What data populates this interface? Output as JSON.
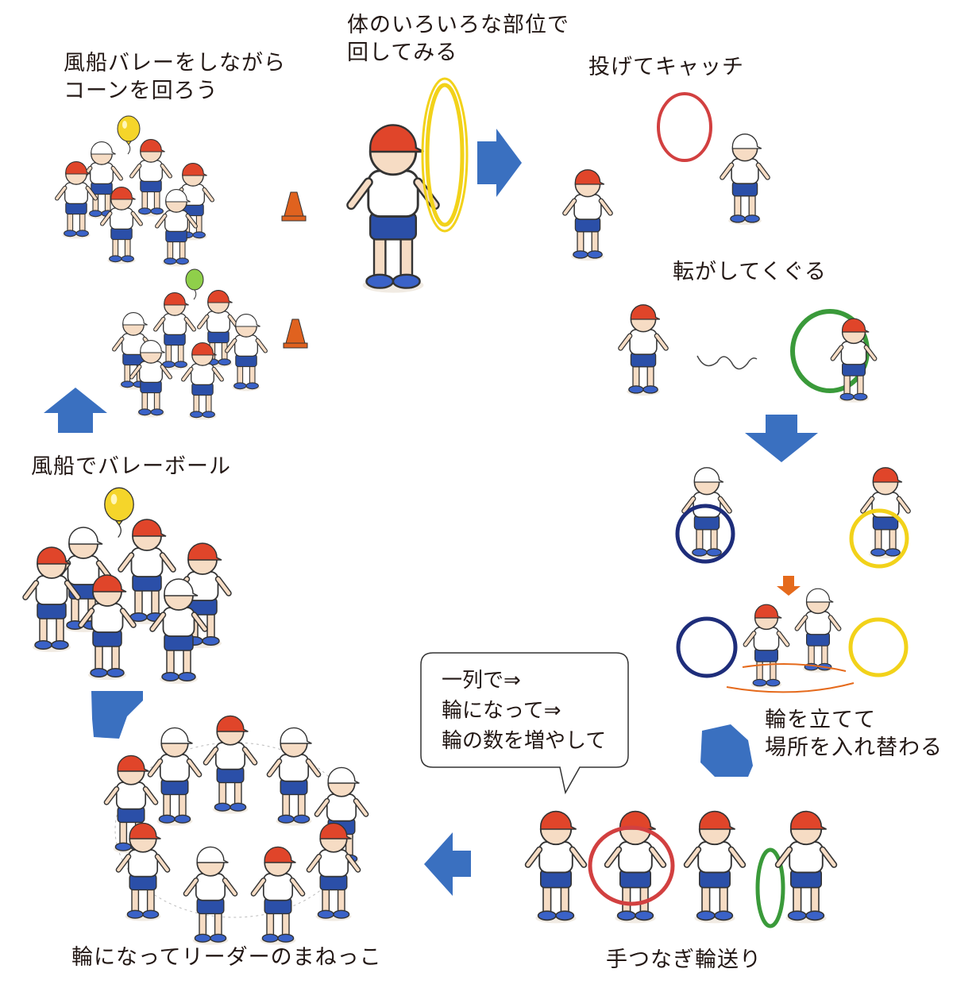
{
  "activities": [
    {
      "id": "rotate",
      "text": "体のいろいろな部位で\n回してみる"
    },
    {
      "id": "throw",
      "text": "投げてキャッチ"
    },
    {
      "id": "roll",
      "text": "転がしてくぐる"
    },
    {
      "id": "swap",
      "text": "輪を立てて\n場所を入れ替わる"
    },
    {
      "id": "pass",
      "text": "手つなぎ輪送り"
    },
    {
      "id": "leader",
      "text": "輪になってリーダーのまねっこ"
    },
    {
      "id": "volley",
      "text": "風船でバレーボール"
    },
    {
      "id": "cone",
      "text": "風船バレーをしながら\nコーンを回ろう"
    }
  ],
  "callout": {
    "text": "一列で⇒\n輪になって⇒\n輪の数を増やして"
  },
  "colors": {
    "arrow": "#3a70c0",
    "small_arrow": "#e56a1c",
    "cap": "#e0452a",
    "shorts": "#2b4fa8",
    "hoop_yellow": "#f2d21a",
    "hoop_red": "#d24040",
    "hoop_green": "#3a9a3a",
    "hoop_navy": "#1e2d7a",
    "cone": "#e0621f",
    "balloon_yellow": "#f5d52a",
    "balloon_green": "#8fcf4a",
    "skin": "#f6dcc4"
  }
}
